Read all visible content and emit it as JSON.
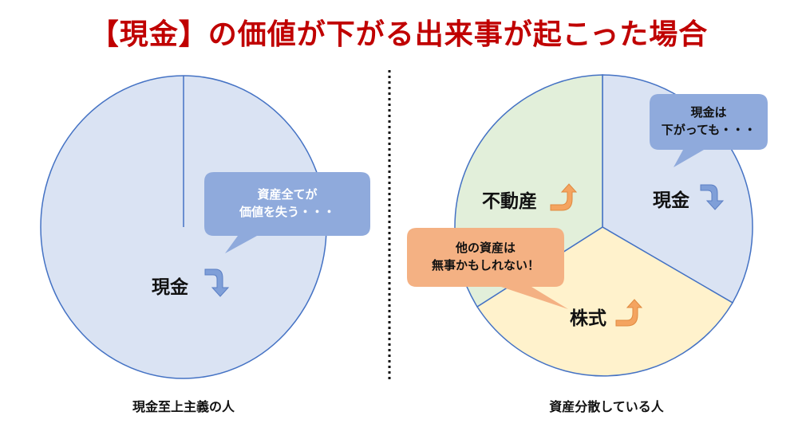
{
  "title": "【現金】の価値が下がる出来事が起こった場合",
  "left": {
    "caption": "現金至上主義の人",
    "segment_label": "現金",
    "bubble": {
      "line1": "資産全てが",
      "line2": "価値を失う・・・"
    }
  },
  "right": {
    "caption": "資産分散している人",
    "segments": {
      "cash": "現金",
      "real_estate": "不動産",
      "stocks": "株式"
    },
    "bubble_cash": {
      "line1": "現金は",
      "line2": "下がっても・・・"
    },
    "bubble_others": {
      "line1": "他の資産は",
      "line2": "無事かもしれない！"
    }
  },
  "colors": {
    "title": "#c00000",
    "cash_fill": "#dae3f3",
    "real_estate_fill": "#e2efda",
    "stocks_fill": "#fff2cc",
    "outline": "#4472c4",
    "bubble_blue": "#8faadc",
    "bubble_red": "#f4b183",
    "arrow_down": "#7f9fd8",
    "arrow_up": "#f4a460"
  },
  "icons": [
    "arrow-down-icon",
    "arrow-up-icon"
  ]
}
